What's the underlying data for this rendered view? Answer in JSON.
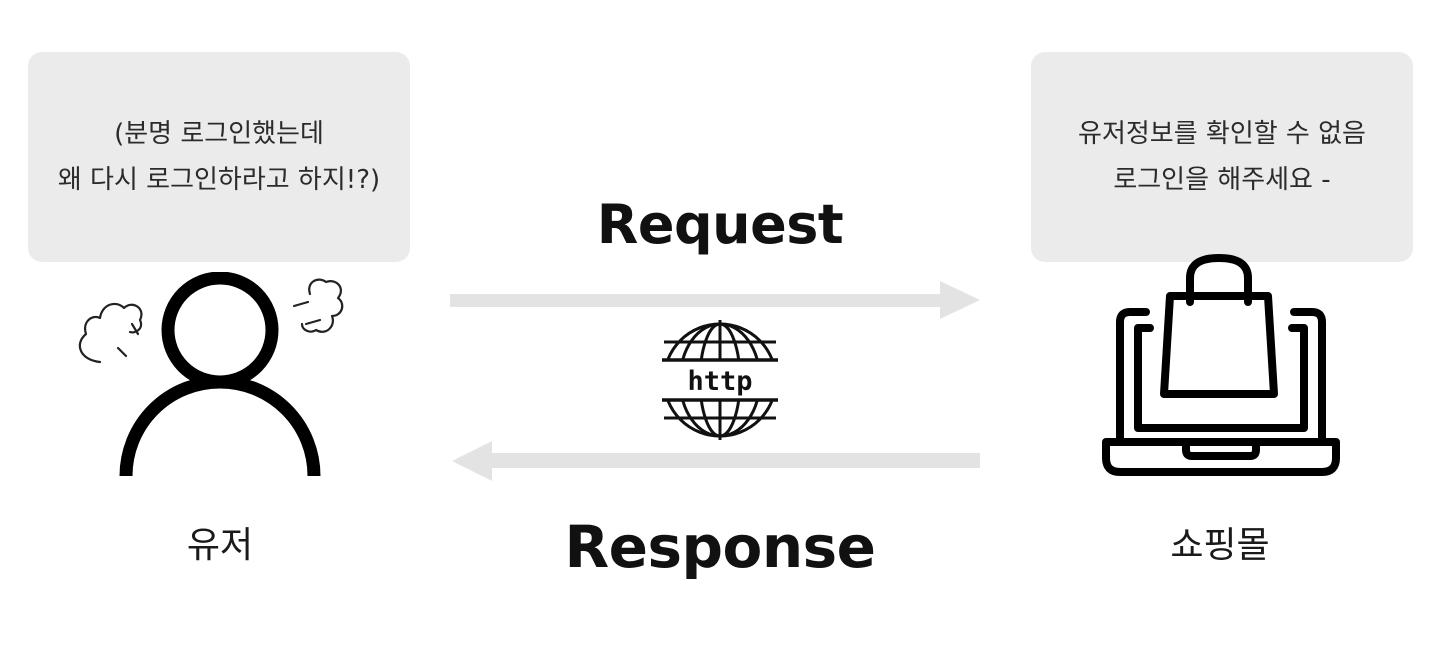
{
  "user": {
    "bubble_lines": [
      "(분명 로그인했는데",
      "왜 다시 로그인하라고 하지!?)"
    ],
    "caption": "유저"
  },
  "shop": {
    "bubble_lines": [
      "유저정보를 확인할 수 없음",
      "로그인을 해주세요 -"
    ],
    "caption": "쇼핑몰"
  },
  "flow": {
    "request_label": "Request",
    "response_label": "Response",
    "protocol_label": "http"
  },
  "icons": {
    "user": "frustrated-user-icon",
    "globe": "http-globe-icon",
    "shop": "shopping-laptop-icon"
  },
  "colors": {
    "bubble_bg": "#ebebeb",
    "arrow": "#e3e3e3",
    "icon_stroke": "#111111"
  }
}
